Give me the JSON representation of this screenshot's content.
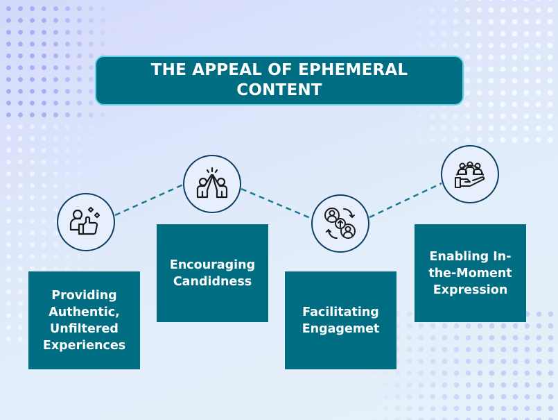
{
  "title": {
    "line1": "THE APPEAL OF EPHEMERAL",
    "line2": "CONTENT"
  },
  "colors": {
    "accent": "#016d82",
    "title_border": "#5fd2ea",
    "circle_border": "#0f3e63",
    "connector": "#1a7b8e",
    "text": "#ffffff"
  },
  "items": [
    {
      "icon": "person-thumbs-up-sparkle-icon",
      "lines": [
        "Providing",
        "Authentic,",
        "Unfiltered",
        "Experiences"
      ]
    },
    {
      "icon": "high-five-icon",
      "lines": [
        "Encouraging",
        "Candidness"
      ]
    },
    {
      "icon": "user-exchange-cycle-icon",
      "lines": [
        "Facilitating",
        "Engagemet"
      ]
    },
    {
      "icon": "hand-holding-group-icon",
      "lines": [
        "Enabling In-",
        "the-Moment",
        "Expression"
      ]
    }
  ]
}
